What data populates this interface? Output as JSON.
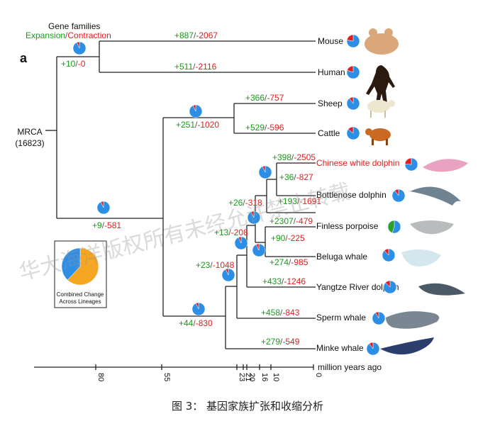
{
  "panel_label": "a",
  "header": {
    "title": "Gene families",
    "expansion": "Expansion",
    "slash": "/",
    "contraction": "Contraction"
  },
  "root": {
    "label": "MRCA",
    "count": "(16823)"
  },
  "colors": {
    "expansion": "#1a9a1a",
    "contraction": "#e02020",
    "pie_blue": "#2d8ee6",
    "pie_orange": "#f5a623",
    "pie_red": "#e02020",
    "pie_green": "#2ca02c",
    "branch": "#222222",
    "highlight": "#e02020"
  },
  "species": [
    {
      "key": "mouse",
      "name": "Mouse",
      "expansion": "+887",
      "contraction": "-2067"
    },
    {
      "key": "human",
      "name": "Human",
      "expansion": "+511",
      "contraction": "-2116"
    },
    {
      "key": "sheep",
      "name": "Sheep",
      "expansion": "+366",
      "contraction": "-757"
    },
    {
      "key": "cattle",
      "name": "Cattle",
      "expansion": "+529",
      "contraction": "-596"
    },
    {
      "key": "cwd",
      "name": "Chinese white dolphin",
      "expansion": "+398",
      "contraction": "-2505"
    },
    {
      "key": "bottlenose",
      "name": "Bottlenose dolphin",
      "expansion": "+36",
      "contraction": "-827"
    },
    {
      "key": "finless",
      "name": "Finless porpoise",
      "expansion": "+2307",
      "contraction": "-479"
    },
    {
      "key": "beluga",
      "name": "Beluga whale",
      "expansion": "+274",
      "contraction": "-985"
    },
    {
      "key": "yangtze",
      "name": "Yangtze River dolphin",
      "expansion": "+433",
      "contraction": "-1246"
    },
    {
      "key": "sperm",
      "name": "Sperm whale",
      "expansion": "+458",
      "contraction": "-843"
    },
    {
      "key": "minke",
      "name": "Minke whale",
      "expansion": "+279",
      "contraction": "-549"
    }
  ],
  "internal": [
    {
      "key": "n_euarchontoglires",
      "expansion": "+10",
      "contraction": "-0"
    },
    {
      "key": "n_laurasiatheria",
      "expansion": "+9",
      "contraction": "-581"
    },
    {
      "key": "n_bovidae",
      "expansion": "+251",
      "contraction": "-1020"
    },
    {
      "key": "n_cetacea",
      "expansion": "+44",
      "contraction": "-830"
    },
    {
      "key": "n_odontoceti",
      "expansion": "+23",
      "contraction": "-1048"
    },
    {
      "key": "n_delphinida",
      "expansion": "+13",
      "contraction": "-208"
    },
    {
      "key": "n_delphinoidea",
      "expansion": "+26",
      "contraction": "-318"
    },
    {
      "key": "n_dp_bf",
      "expansion": "+193",
      "contraction": "-1691"
    },
    {
      "key": "n_fb",
      "expansion": "+90",
      "contraction": "-225"
    }
  ],
  "legend": {
    "line1": "Combined Change",
    "line2": "Across Lineages"
  },
  "axis": {
    "label": "million years ago",
    "ticks": [
      "80",
      "55",
      "23",
      "21",
      "20",
      "16",
      "10",
      "0"
    ]
  },
  "watermark": "华大海洋版权所有未经允许禁止转载",
  "caption": "图 3：  基因家族扩张和收缩分析"
}
